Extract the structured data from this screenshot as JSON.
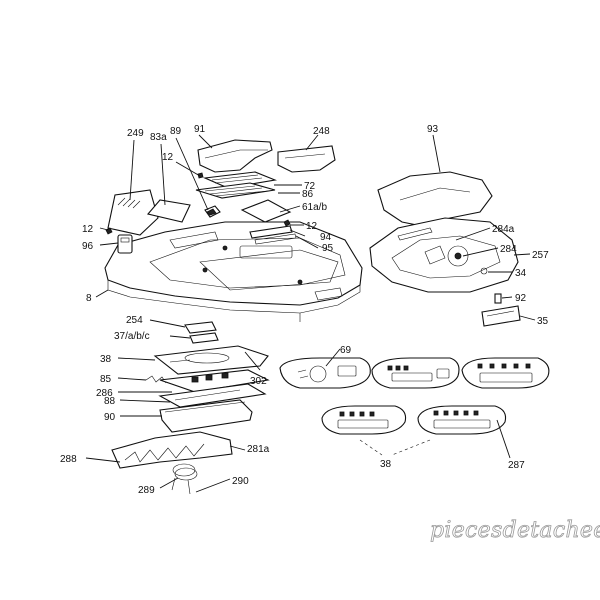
{
  "diagram": {
    "callouts": {
      "c249": "249",
      "c83a": "83a",
      "c89": "89",
      "c91": "91",
      "c248": "248",
      "c93": "93",
      "c12a": "12",
      "c72": "72",
      "c86": "86",
      "c61ab": "61a/b",
      "c12b": "12",
      "c12c": "12",
      "c96": "96",
      "c94": "94",
      "c95": "95",
      "c284a": "284a",
      "c284": "284",
      "c257": "257",
      "c34": "34",
      "c92": "92",
      "c35": "35",
      "c8": "8",
      "c254": "254",
      "c37abc": "37/a/b/c",
      "c38a": "38",
      "c69": "69",
      "c85": "85",
      "c302": "302",
      "c286": "286",
      "c88": "88",
      "c90": "90",
      "c288": "288",
      "c281a": "281a",
      "c289": "289",
      "c290": "290",
      "c38b": "38",
      "c287": "287"
    },
    "watermark": "piecesdetachees-elec.com"
  }
}
